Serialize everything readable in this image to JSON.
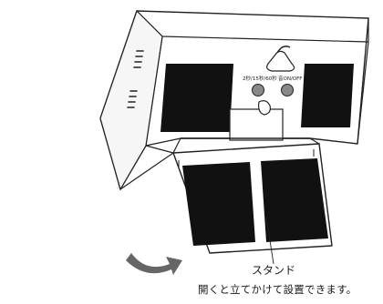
{
  "device": {
    "button_labels": [
      "2秒/15秒/60秒",
      "音ON/OFF"
    ]
  },
  "callout": {
    "stand_label": "スタンド",
    "instruction": "開くと立てかけて設置できます。"
  },
  "colors": {
    "outline": "#222222",
    "panel": "#111111",
    "body": "#ffffff",
    "arrow": "#666666"
  },
  "icons": [
    "curved-arrow-icon",
    "vent-slot-icon",
    "hanger-hook-icon"
  ]
}
